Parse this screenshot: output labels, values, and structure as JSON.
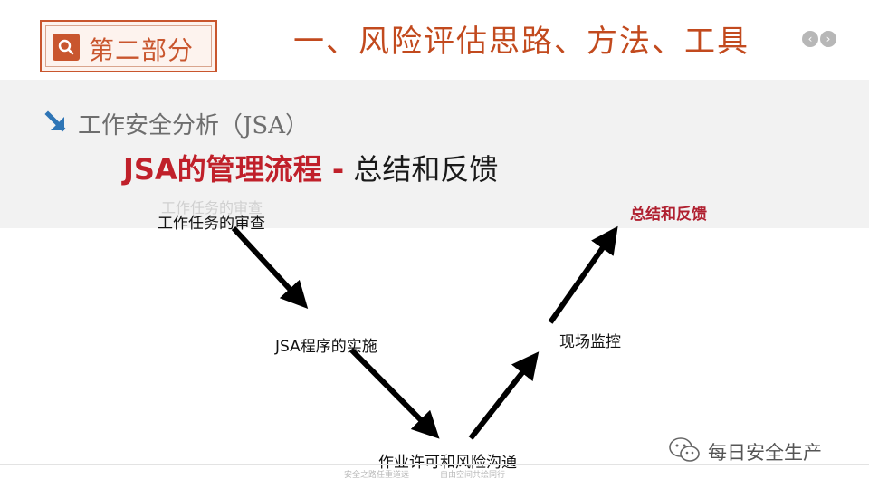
{
  "header": {
    "section_badge": "第二部分",
    "title": "一、风险评估思路、方法、工具",
    "nav_prev": "‹",
    "nav_next": "›"
  },
  "content": {
    "heading": "工作安全分析（JSA）",
    "process_title_highlight": "JSA的管理流程 -",
    "process_title_rest": " 总结和反馈",
    "ghost_text": "工作任务的审查"
  },
  "flow": {
    "steps": [
      {
        "label": "工作任务的审查"
      },
      {
        "label": "JSA程序的实施"
      },
      {
        "label": "作业许可和风险沟通"
      },
      {
        "label": "现场监控"
      },
      {
        "label": "总结和反馈"
      }
    ]
  },
  "watermark": {
    "text": "每日安全生产"
  },
  "footer": {
    "left_text": "安全之路任重道远",
    "right_text": "自由空间共绘同行"
  },
  "colors": {
    "brand": "#c9562e",
    "title_red": "#c0202a",
    "arrow": "#000000",
    "heading_icon": "#2e75b6"
  },
  "icons": {
    "badge": "magnifier-icon",
    "heading": "arrow-down-right-icon",
    "watermark": "wechat-icon"
  }
}
